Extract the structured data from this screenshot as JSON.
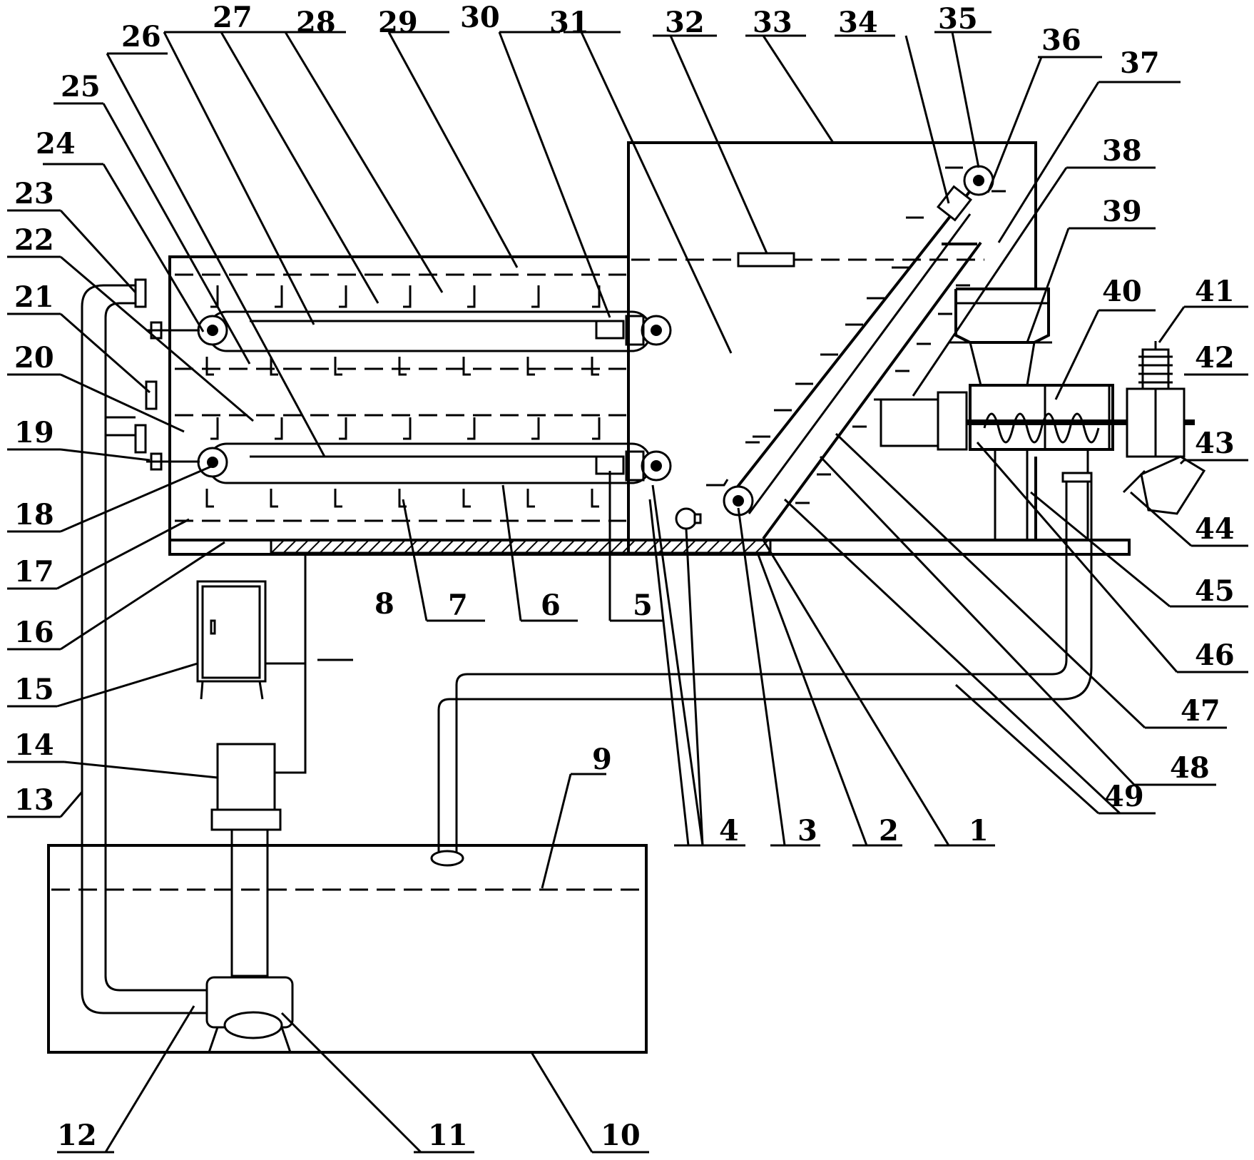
{
  "labels": {
    "n1": "1",
    "n2": "2",
    "n3": "3",
    "n4": "4",
    "n5": "5",
    "n6": "6",
    "n7": "7",
    "n8": "8",
    "n9": "9",
    "n10": "10",
    "n11": "11",
    "n12": "12",
    "n13": "13",
    "n14": "14",
    "n15": "15",
    "n16": "16",
    "n17": "17",
    "n18": "18",
    "n19": "19",
    "n20": "20",
    "n21": "21",
    "n22": "22",
    "n23": "23",
    "n24": "24",
    "n25": "25",
    "n26": "26",
    "n27": "27",
    "n28": "28",
    "n29": "29",
    "n30": "30",
    "n31": "31",
    "n32": "32",
    "n33": "33",
    "n34": "34",
    "n35": "35",
    "n36": "36",
    "n37": "37",
    "n38": "38",
    "n39": "39",
    "n40": "40",
    "n41": "41",
    "n42": "42",
    "n43": "43",
    "n44": "44",
    "n45": "45",
    "n46": "46",
    "n47": "47",
    "n48": "48",
    "n49": "49"
  }
}
